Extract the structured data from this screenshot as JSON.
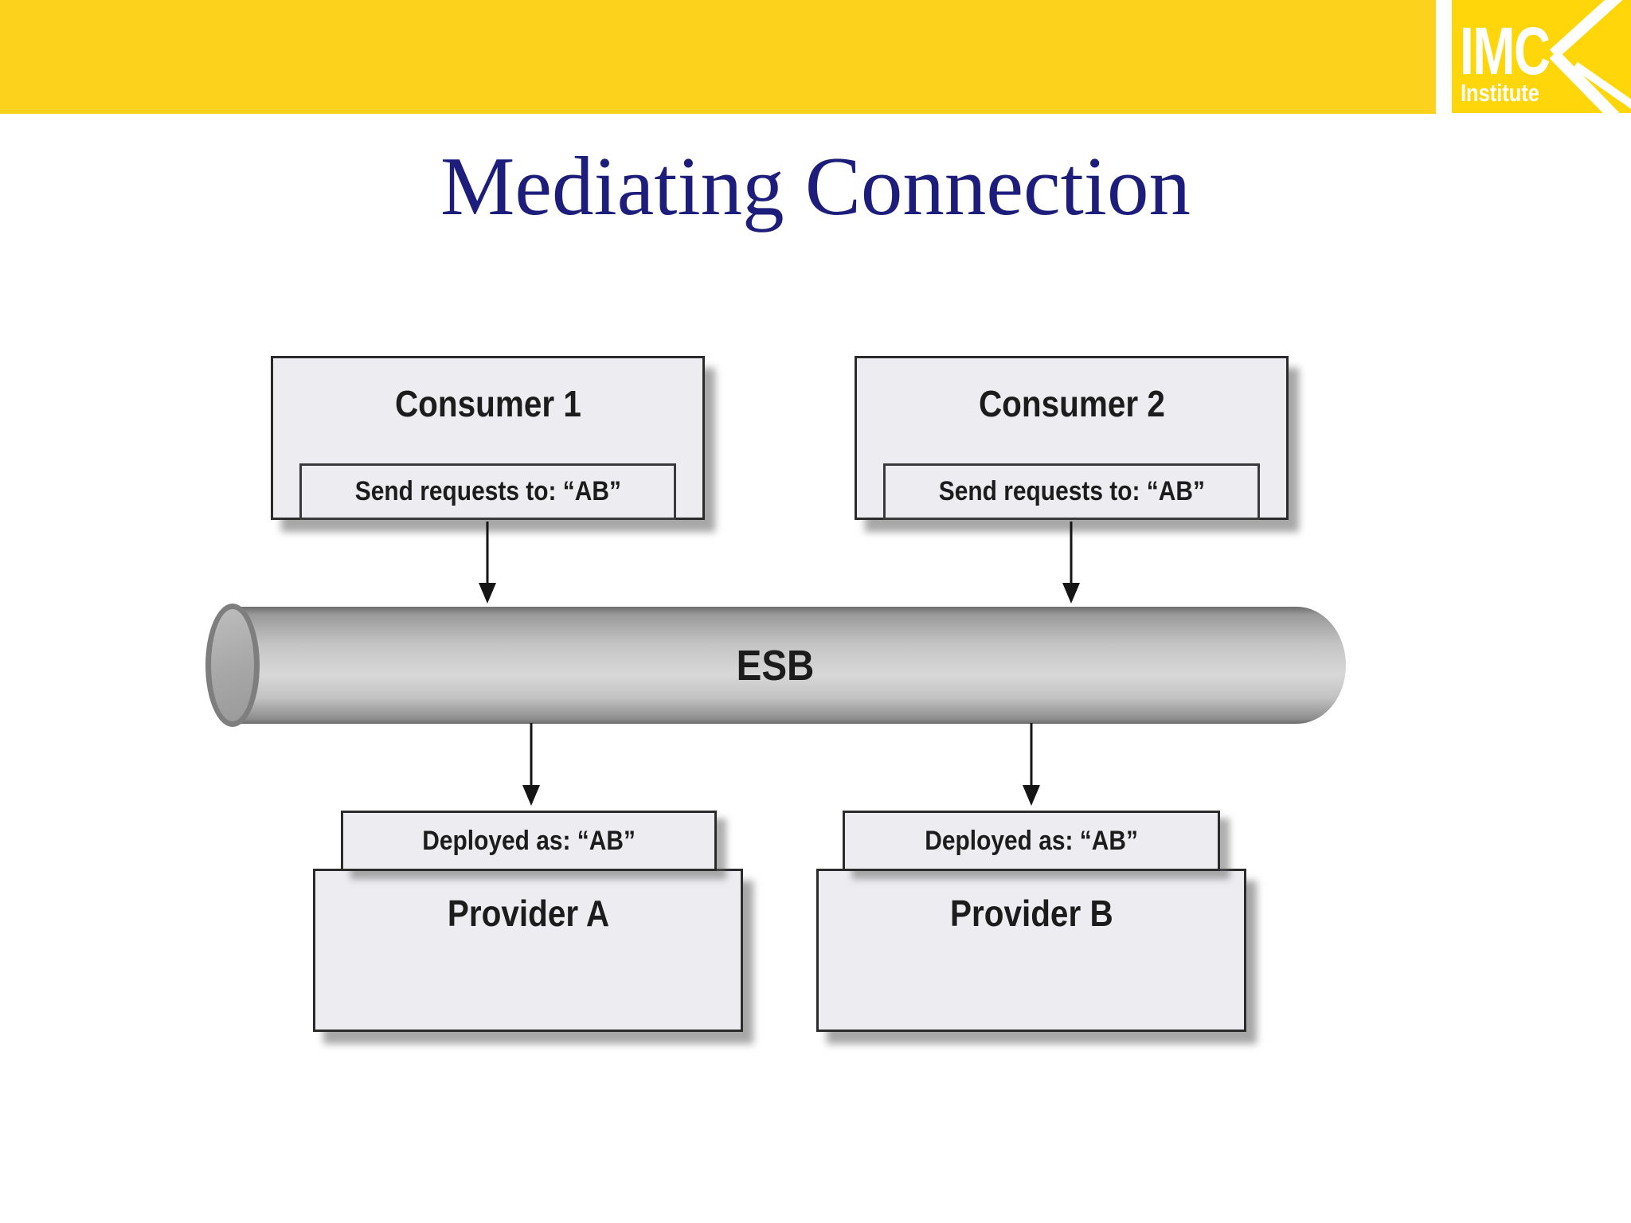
{
  "colors": {
    "bar_yellow": "#FCD21C",
    "logo_yellow": "#FFD60A",
    "title_navy": "#1D1D7C",
    "box_fill": "#EDEDF1",
    "box_border": "#2B2B2B",
    "ink": "#1C1C1C",
    "bus_label": "#1B1B1B"
  },
  "header": {
    "logo": {
      "line1": "IMC",
      "line2": "Institute"
    }
  },
  "title": {
    "text": "Mediating Connection"
  },
  "diagram": {
    "consumers": [
      {
        "name": "Consumer 1",
        "note": "Send requests to: “AB”"
      },
      {
        "name": "Consumer 2",
        "note": "Send requests to: “AB”"
      }
    ],
    "bus": {
      "label": "ESB"
    },
    "providers": [
      {
        "deployed": "Deployed as: “AB”",
        "name": "Provider A"
      },
      {
        "deployed": "Deployed as: “AB”",
        "name": "Provider B"
      }
    ]
  }
}
